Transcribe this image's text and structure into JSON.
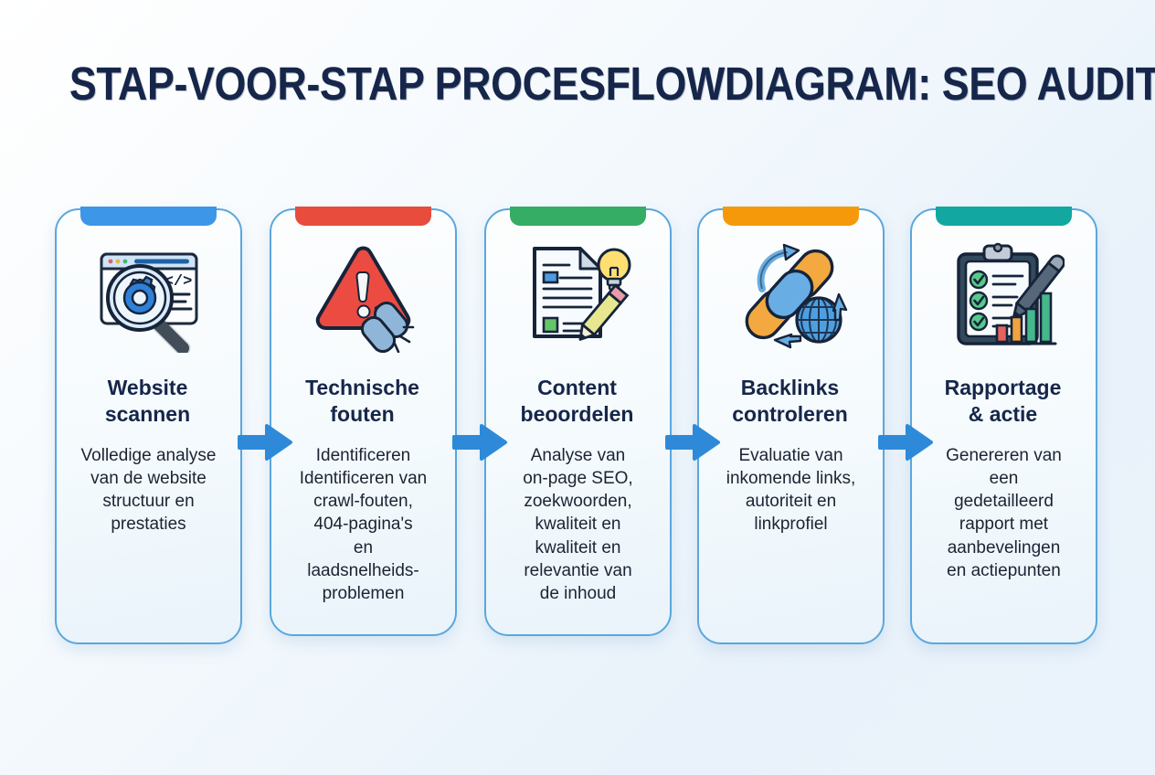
{
  "title": "STAP-VOOR-STAP PROCESFLOWDIAGRAM: SEO AUDIT",
  "colors": {
    "title": "#16264a",
    "card_border": "#5aa7dd",
    "arrow": "#2e8ad8",
    "background": "#eef5fb"
  },
  "steps": [
    {
      "icon": "website-scan-icon",
      "accent": "#3d96e8",
      "title": "Website\nscannen",
      "description": "Volledige analyse\nvan de website\nstructuur en\nprestaties"
    },
    {
      "icon": "warning-broken-link-icon",
      "accent": "#e74c3c",
      "title": "Technische\nfouten",
      "description": "Identificeren\nIdentificeren van\ncrawl-fouten,\n404-pagina's\nen\nlaadsnelheids-\nproblemen"
    },
    {
      "icon": "document-idea-pencil-icon",
      "accent": "#35ad64",
      "title": "Content\nbeoordelen",
      "description": "Analyse van\non-page SEO,\nzoekwoorden,\nkwaliteit en\nkwaliteit en\nrelevantie van\nde inhoud"
    },
    {
      "icon": "backlink-chain-globe-icon",
      "accent": "#f5990b",
      "title": "Backlinks\ncontroleren",
      "description": "Evaluatie van\ninkomende links,\nautoriteit en\nlinkprofiel"
    },
    {
      "icon": "clipboard-chart-report-icon",
      "accent": "#13a7a1",
      "title": "Rapportage\n& actie",
      "description": "Genereren van\neen\ngedetailleerd\nrapport met\naanbevelingen\nen actiepunten"
    }
  ],
  "connectors": [
    {
      "name": "arrow-step1-to-step2"
    },
    {
      "name": "arrow-step2-to-step3"
    },
    {
      "name": "arrow-step3-to-step4"
    },
    {
      "name": "arrow-step4-to-step5"
    }
  ]
}
